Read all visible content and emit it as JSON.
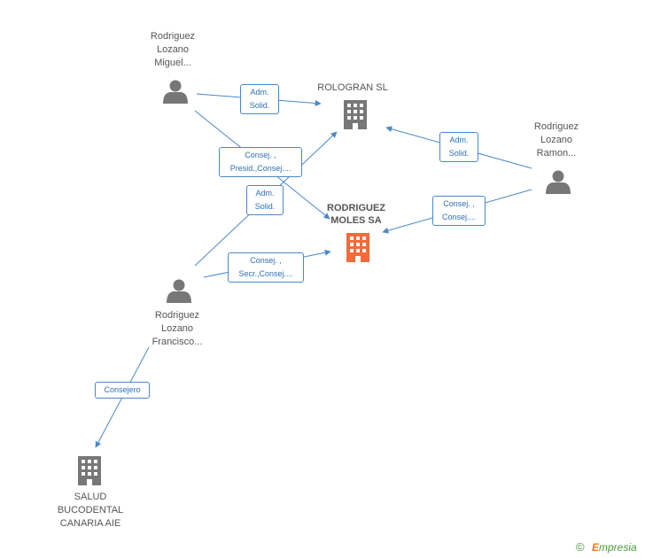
{
  "nodes": {
    "miguel": {
      "label": "Rodriguez\nLozano\nMiguel..."
    },
    "rologran": {
      "label": "ROLOGRAN SL"
    },
    "ramon": {
      "label": "Rodriguez\nLozano\nRamon..."
    },
    "moles": {
      "label": "RODRIGUEZ\nMOLES SA"
    },
    "francisco": {
      "label": "Rodriguez\nLozano\nFrancisco..."
    },
    "salud": {
      "label": "SALUD\nBUCODENTAL\nCANARIA  AIE"
    }
  },
  "edges": {
    "miguel_rologran": "Adm.\nSolid.",
    "miguel_moles": "Consej. ,\nPresid.,Consej....",
    "francisco_rologran": "Adm.\nSolid.",
    "ramon_rologran": "Adm.\nSolid.",
    "ramon_moles": "Consej. ,\nConsej....",
    "francisco_moles": "Consej. ,\nSecr.,Consej....",
    "francisco_salud": "Consejero"
  },
  "colors": {
    "line": "#4a88c8",
    "person_icon": "#777777",
    "company_icon": "#777777",
    "main_company_icon": "#f26b3a"
  },
  "footer": {
    "copyright_symbol": "©",
    "brand_first": "E",
    "brand_rest": "mpresia"
  }
}
